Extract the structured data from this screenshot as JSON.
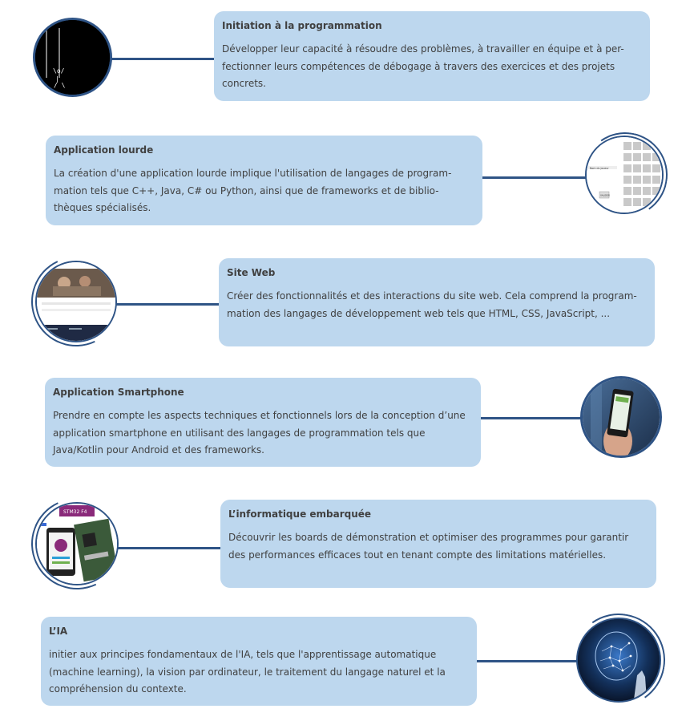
{
  "items": [
    {
      "title": "Initiation à la programmation",
      "description": "Développer leur capacité à résoudre des problèmes, à travailler en équipe et à per-fectionner leurs compétences de débogage à travers des exercices et des projets concrets."
    },
    {
      "title": "Application lourde",
      "description": "La création d'une application lourde implique l'utilisation de langages de program-mation tels que C++, Java, C# ou Python, ainsi que de frameworks et de biblio-thèques spécialisés.",
      "thumb_text": [
        "Nom du joueur",
        "VALIDER"
      ]
    },
    {
      "title": "Site Web",
      "description": "Créer des fonctionnalités et des interactions du site web. Cela comprend la program-mation des langages de développement web tels que HTML, CSS, JavaScript, ..."
    },
    {
      "title": "Application Smartphone",
      "description": "Prendre en compte les aspects techniques et fonctionnels lors de la conception d’une application smartphone en utilisant des langages de programmation tels que Java/Kotlin pour Android et des frameworks."
    },
    {
      "title": "L’informatique embarquée",
      "description": "Découvrir les boards de démonstration et optimiser des programmes pour garantir des performances efficaces tout en tenant compte des limitations matérielles.",
      "thumb_text": [
        "STM32 F4"
      ]
    },
    {
      "title": "L’IA",
      "description": "initier aux principes fondamentaux de l'IA, tels que l'apprentissage automatique (machine learning), la vision par ordinateur, le traitement du langage naturel et la compréhension du contexte."
    }
  ],
  "colors": {
    "card_bg": "#bdd7ee",
    "accent": "#2f5486",
    "text": "#404040"
  }
}
